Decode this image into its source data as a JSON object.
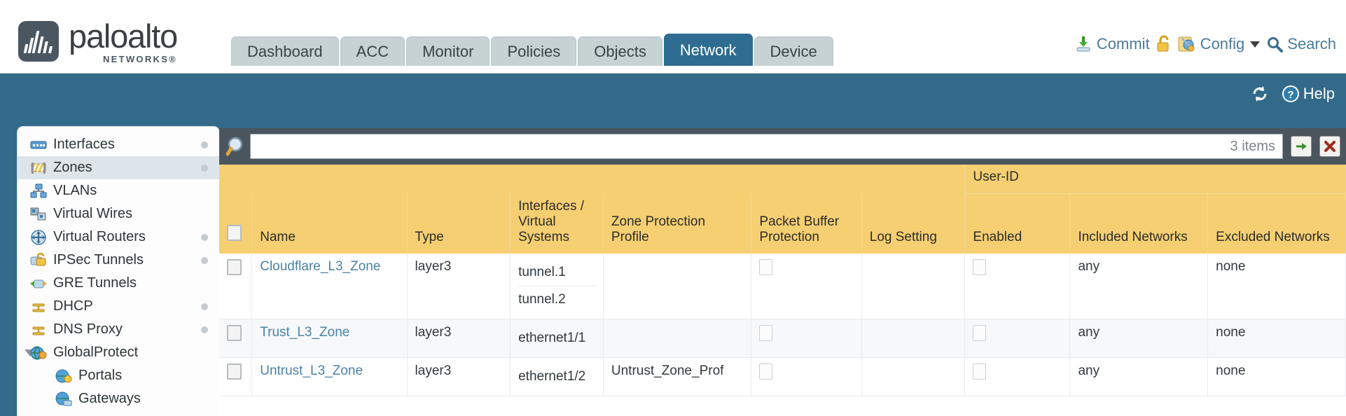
{
  "brand": {
    "name": "paloalto",
    "sub": "NETWORKS®"
  },
  "nav": {
    "tabs": [
      {
        "label": "Dashboard",
        "active": false
      },
      {
        "label": "ACC",
        "active": false
      },
      {
        "label": "Monitor",
        "active": false
      },
      {
        "label": "Policies",
        "active": false
      },
      {
        "label": "Objects",
        "active": false
      },
      {
        "label": "Network",
        "active": true
      },
      {
        "label": "Device",
        "active": false
      }
    ]
  },
  "header_actions": {
    "commit": "Commit",
    "config": "Config",
    "search": "Search"
  },
  "band": {
    "help": "Help"
  },
  "sidebar": {
    "items": [
      {
        "label": "Interfaces",
        "icon": "interfaces-icon",
        "selected": false,
        "dot": true,
        "child": false,
        "expander": false
      },
      {
        "label": "Zones",
        "icon": "zones-icon",
        "selected": true,
        "dot": true,
        "child": false,
        "expander": false
      },
      {
        "label": "VLANs",
        "icon": "vlans-icon",
        "selected": false,
        "dot": false,
        "child": false,
        "expander": false
      },
      {
        "label": "Virtual Wires",
        "icon": "virtual-wires-icon",
        "selected": false,
        "dot": false,
        "child": false,
        "expander": false
      },
      {
        "label": "Virtual Routers",
        "icon": "virtual-routers-icon",
        "selected": false,
        "dot": true,
        "child": false,
        "expander": false
      },
      {
        "label": "IPSec Tunnels",
        "icon": "ipsec-tunnels-icon",
        "selected": false,
        "dot": true,
        "child": false,
        "expander": false
      },
      {
        "label": "GRE Tunnels",
        "icon": "gre-tunnels-icon",
        "selected": false,
        "dot": false,
        "child": false,
        "expander": false
      },
      {
        "label": "DHCP",
        "icon": "dhcp-icon",
        "selected": false,
        "dot": true,
        "child": false,
        "expander": false
      },
      {
        "label": "DNS Proxy",
        "icon": "dns-proxy-icon",
        "selected": false,
        "dot": true,
        "child": false,
        "expander": false
      },
      {
        "label": "GlobalProtect",
        "icon": "globalprotect-icon",
        "selected": false,
        "dot": false,
        "child": false,
        "expander": true
      },
      {
        "label": "Portals",
        "icon": "portals-icon",
        "selected": false,
        "dot": false,
        "child": true,
        "expander": false
      },
      {
        "label": "Gateways",
        "icon": "gateways-icon",
        "selected": false,
        "dot": false,
        "child": true,
        "expander": false
      }
    ]
  },
  "search": {
    "value": "",
    "placeholder": "",
    "items_count": "3 items"
  },
  "table": {
    "group_header": "User-ID",
    "columns": [
      "Name",
      "Type",
      "Interfaces / Virtual Systems",
      "Zone Protection Profile",
      "Packet Buffer Protection",
      "Log Setting",
      "Enabled",
      "Included Networks",
      "Excluded Networks"
    ],
    "rows": [
      {
        "name": "Cloudflare_L3_Zone",
        "type": "layer3",
        "interfaces": [
          "tunnel.1",
          "tunnel.2"
        ],
        "zone_protection_profile": "",
        "packet_buffer_protection": false,
        "log_setting": "",
        "userid_enabled": false,
        "included_networks": "any",
        "excluded_networks": "none"
      },
      {
        "name": "Trust_L3_Zone",
        "type": "layer3",
        "interfaces": [
          "ethernet1/1"
        ],
        "zone_protection_profile": "",
        "packet_buffer_protection": false,
        "log_setting": "",
        "userid_enabled": false,
        "included_networks": "any",
        "excluded_networks": "none"
      },
      {
        "name": "Untrust_L3_Zone",
        "type": "layer3",
        "interfaces": [
          "ethernet1/2"
        ],
        "zone_protection_profile": "Untrust_Zone_Prof",
        "packet_buffer_protection": false,
        "log_setting": "",
        "userid_enabled": false,
        "included_networks": "any",
        "excluded_networks": "none"
      }
    ]
  },
  "colors": {
    "brand_blue": "#2e6d91",
    "band_blue": "#336a8a",
    "header_yellow": "#f5cf72",
    "group_yellow": "#e3b747",
    "link_blue": "#4a82a6",
    "panel_dark": "#4a555e"
  }
}
